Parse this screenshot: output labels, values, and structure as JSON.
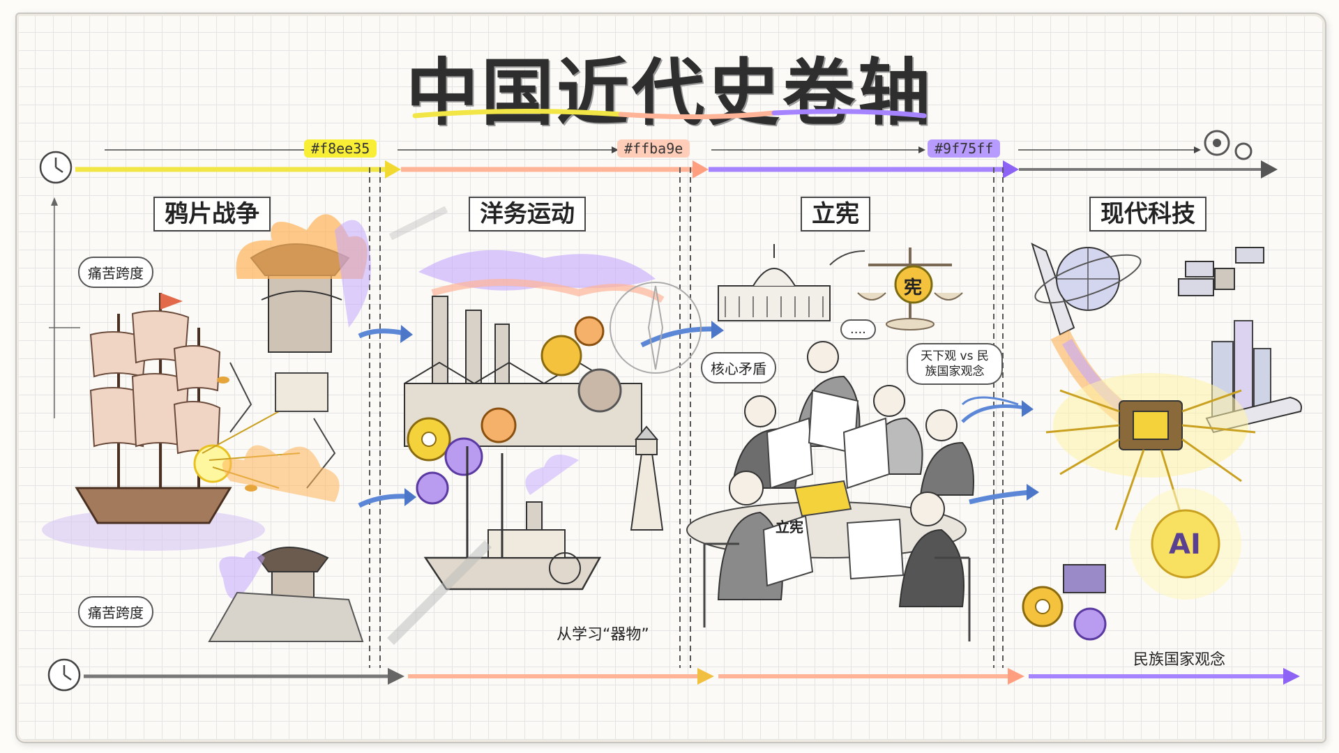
{
  "title": "中国近代史卷轴",
  "colors": {
    "yellow": "#f8ee35",
    "salmon": "#ffba9e",
    "purple": "#9f75ff",
    "ink": "#3a3a3a"
  },
  "color_chips": {
    "chip1": "#f8ee35",
    "chip2": "#ffba9e",
    "chip3": "#9f75ff"
  },
  "panels": [
    {
      "label": "鸦片战争",
      "notes": [
        "痛苦跨度",
        "痛苦跨度"
      ],
      "icons": [
        "sailing-ship-icon",
        "burning-pagoda-icon",
        "cannon-fire-icon"
      ]
    },
    {
      "label": "洋务运动",
      "notes": [
        "从学习“器物”"
      ],
      "icons": [
        "factory-chimney-icon",
        "gear-icon",
        "steamship-icon",
        "lighthouse-icon",
        "compass-icon"
      ]
    },
    {
      "label": "立宪",
      "notes": [
        "核心矛盾",
        "天下观 vs 民族国家观念",
        "....",
        "宪",
        "立宪"
      ],
      "icons": [
        "capitol-building-icon",
        "balance-scale-icon",
        "people-reading-newspaper-icon"
      ]
    },
    {
      "label": "现代科技",
      "notes": [
        "民族国家观念",
        "AI"
      ],
      "icons": [
        "rocket-icon",
        "globe-icon",
        "satellite-icon",
        "skyscraper-icon",
        "bullet-train-icon",
        "chip-icon",
        "gear-icon"
      ]
    }
  ]
}
